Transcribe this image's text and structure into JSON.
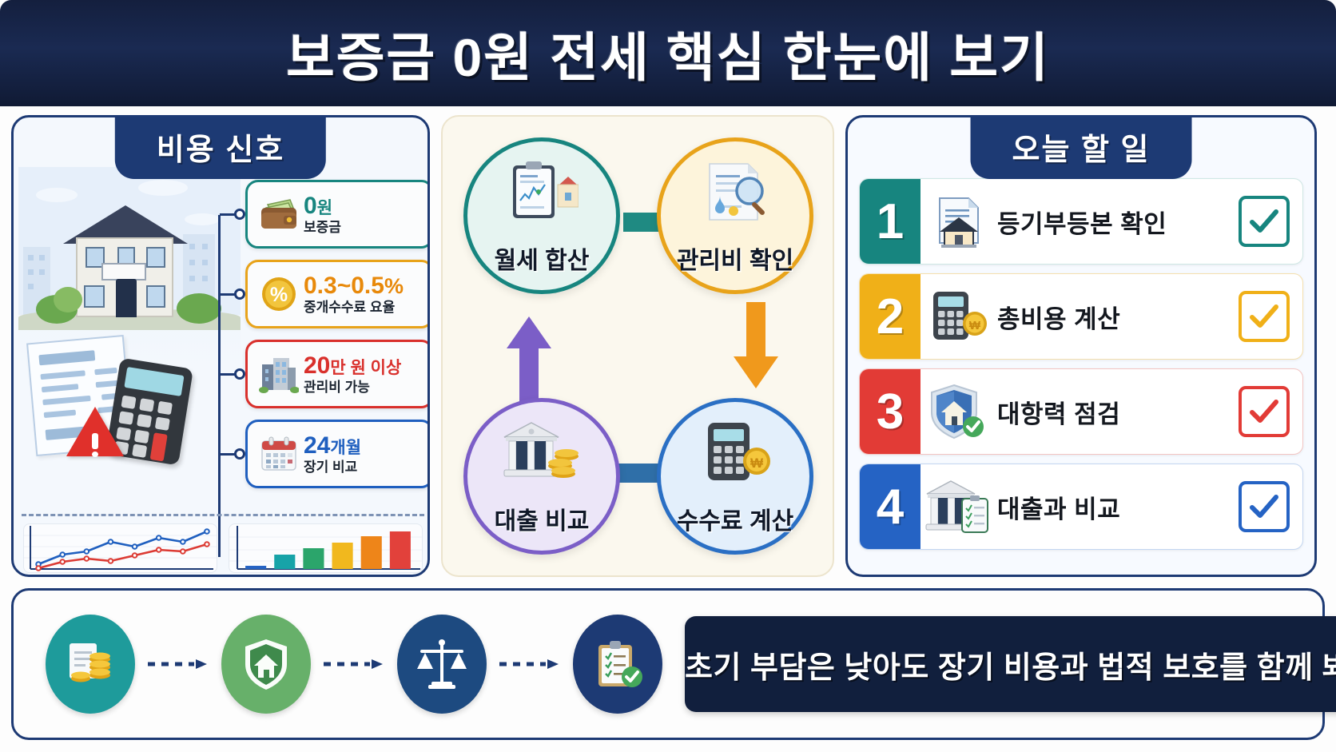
{
  "title": "보증금 0원 전세  핵심 한눈에 보기",
  "colors": {
    "navy": "#1d3a74",
    "navy_dark": "#111f3d",
    "teal": "#17857f",
    "amber": "#e8a31a",
    "orange": "#e8890a",
    "red": "#d9302c",
    "blue": "#1f5fbf",
    "purple": "#7b5ec7",
    "green": "#4a9e5c"
  },
  "left_panel": {
    "header": "비용 신호",
    "callouts": [
      {
        "icon": "wallet-icon",
        "big": "0",
        "unit": "원",
        "sub": "보증금",
        "color": "#17857f",
        "value_color": "#17857f"
      },
      {
        "icon": "percent-coin-icon",
        "big": "0.3~0.5",
        "unit": "%",
        "sub": "중개수수료 요율",
        "color": "#e8a31a",
        "value_color": "#e8890a"
      },
      {
        "icon": "building-icon",
        "big": "20",
        "unit": "만 원 이상",
        "sub": "관리비 가능",
        "color": "#d9302c",
        "value_color": "#d9302c"
      },
      {
        "icon": "calendar-icon",
        "big": "24",
        "unit": "개월",
        "sub": "장기 비교",
        "color": "#1f5fbf",
        "value_color": "#1f5fbf"
      }
    ],
    "illustration": {
      "house": "house-illustration",
      "receipt": "receipt-icon",
      "calculator": "calculator-icon",
      "warning": "warning-triangle-icon"
    }
  },
  "chart_data": [
    {
      "type": "line",
      "title": "",
      "xlabel": "",
      "ylabel": "",
      "x": [
        1,
        2,
        3,
        4,
        5,
        6,
        7,
        8
      ],
      "series": [
        {
          "name": "blue-series",
          "color": "#1f5fbf",
          "values": [
            18,
            38,
            45,
            66,
            55,
            72,
            66,
            86
          ]
        },
        {
          "name": "red-series",
          "color": "#dc3a33",
          "values": [
            6,
            20,
            28,
            22,
            36,
            48,
            45,
            62
          ]
        }
      ],
      "ylim": [
        0,
        100
      ],
      "grid": true,
      "legend": "none"
    },
    {
      "type": "bar",
      "title": "",
      "xlabel": "",
      "ylabel": "",
      "categories": [
        "1",
        "2",
        "3",
        "4",
        "5",
        "6"
      ],
      "values": [
        8,
        34,
        48,
        62,
        78,
        90
      ],
      "bar_colors": [
        "#2563c4",
        "#17a3a8",
        "#2ba56b",
        "#f1b81e",
        "#ee8519",
        "#e2413b"
      ],
      "ylim": [
        0,
        100
      ],
      "grid": true,
      "legend": "none"
    }
  ],
  "center_flow": {
    "steps": [
      {
        "label": "월세 합산",
        "icon": "clipboard-house-icon",
        "fill": "#e6f4f1",
        "stroke": "#17857f",
        "position": "top-left"
      },
      {
        "label": "관리비 확인",
        "icon": "document-magnifier-icon",
        "fill": "#fdf4db",
        "stroke": "#e8a31a",
        "position": "top-right"
      },
      {
        "label": "수수료 계산",
        "icon": "calculator-won-icon",
        "fill": "#e3effb",
        "stroke": "#2a6fc4",
        "position": "bottom-right"
      },
      {
        "label": "대출 비교",
        "icon": "bank-coins-icon",
        "fill": "#ece6f8",
        "stroke": "#7b5ec7",
        "position": "bottom-left"
      }
    ],
    "arrows": [
      {
        "from": "월세 합산",
        "to": "관리비 확인",
        "color": "#1f8a82",
        "direction": "right"
      },
      {
        "from": "관리비 확인",
        "to": "수수료 계산",
        "color": "#f0991c",
        "direction": "down"
      },
      {
        "from": "수수료 계산",
        "to": "대출 비교",
        "color": "#2f6fa8",
        "direction": "left"
      },
      {
        "from": "대출 비교",
        "to": "월세 합산",
        "color": "#7b5ec7",
        "direction": "up"
      }
    ]
  },
  "right_panel": {
    "header": "오늘 할 일",
    "items": [
      {
        "number": "1",
        "label": "등기부등본 확인",
        "icon": "document-house-icon",
        "color": "#17857f",
        "checked": true
      },
      {
        "number": "2",
        "label": "총비용 계산",
        "icon": "calculator-won-icon",
        "color": "#f0b018",
        "checked": true
      },
      {
        "number": "3",
        "label": "대항력 점검",
        "icon": "shield-house-icon",
        "color": "#e23b36",
        "checked": true
      },
      {
        "number": "4",
        "label": "대출과 비교",
        "icon": "bank-clipboard-icon",
        "color": "#2563c4",
        "checked": true
      }
    ]
  },
  "bottom_bar": {
    "chain_icons": [
      {
        "name": "receipt-coins-icon",
        "bg": "#1e9b9b"
      },
      {
        "name": "shield-house-icon",
        "bg": "#67b06a"
      },
      {
        "name": "scales-justice-icon",
        "bg": "#1d4a80"
      },
      {
        "name": "clipboard-check-icon",
        "bg": "#1d3a74"
      }
    ],
    "banner": "초기 부담은 낮아도 장기 비용과 법적 보호를 함께 봐야 한다"
  }
}
